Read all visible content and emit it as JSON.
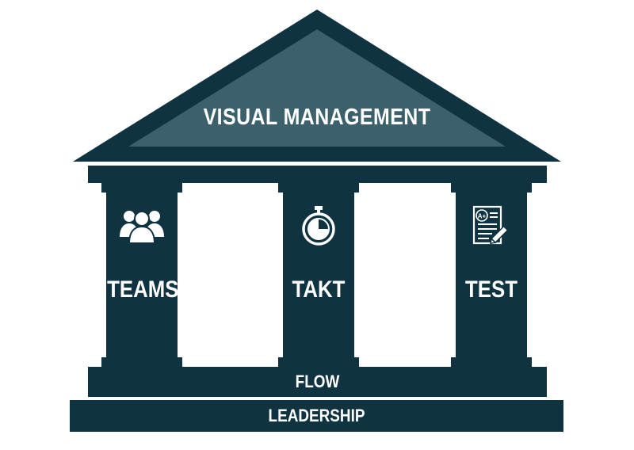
{
  "roof": {
    "label": "VISUAL MANAGEMENT"
  },
  "pillars": [
    {
      "label": "TEAMS",
      "icon": "team-icon"
    },
    {
      "label": "TAKT",
      "icon": "stopwatch-icon"
    },
    {
      "label": "TEST",
      "icon": "test-sheet-icon",
      "icon_text": "A+"
    }
  ],
  "foundation": {
    "flow_label": "FLOW",
    "leadership_label": "LEADERSHIP"
  },
  "colors": {
    "dark": "#0f3340",
    "roof_inner": "#3c616c",
    "white": "#ffffff"
  }
}
